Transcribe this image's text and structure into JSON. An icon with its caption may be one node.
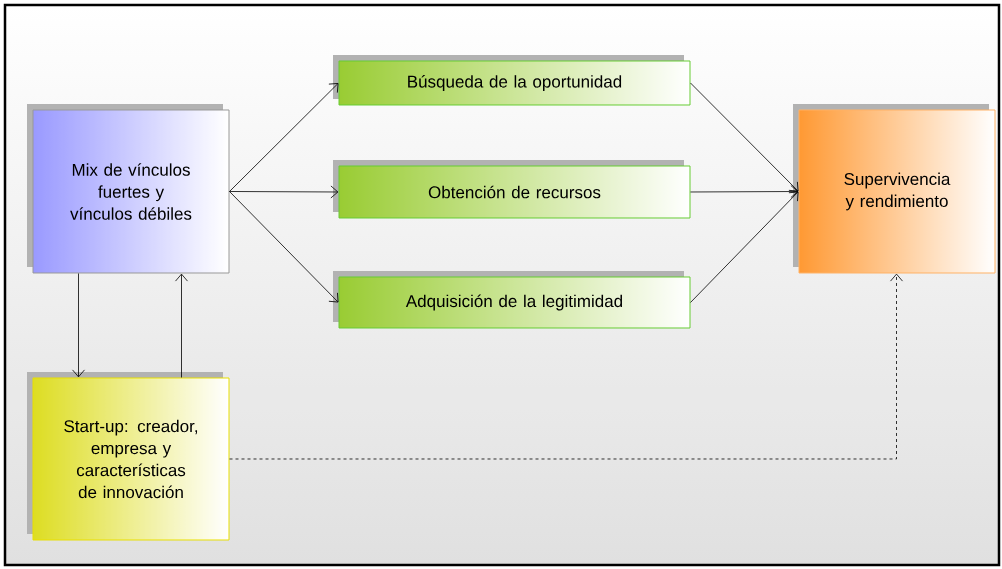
{
  "diagram": {
    "nodes": [
      {
        "text": [
          "Mix de vínculos fuertes y vínculos débiles"
        ]
      },
      {
        "text": [
          "Búsqueda de la oportunidad"
        ]
      },
      {
        "text": [
          "Obtención de recursos"
        ]
      },
      {
        "text": [
          "Adquisición de la legitimidad"
        ]
      },
      {
        "text": [
          "Supervivencia y rendimiento"
        ]
      },
      {
        "text": [
          "Start-up: creador, empresa y características de innovación"
        ]
      }
    ],
    "edges": [
      {
        "from": 0,
        "to": 1,
        "arrow": "to"
      },
      {
        "from": 0,
        "to": 2,
        "arrow": "to"
      },
      {
        "from": 0,
        "to": 3,
        "arrow": "to"
      },
      {
        "from": 1,
        "to": 4,
        "arrow": "to"
      },
      {
        "from": 2,
        "to": 4,
        "arrow": "to"
      },
      {
        "from": 3,
        "to": 4,
        "arrow": "to"
      },
      {
        "from": 0,
        "to": 5,
        "arrow": "to"
      },
      {
        "from": 5,
        "to": 0,
        "arrow": "to"
      },
      {
        "from": 5,
        "to": 4,
        "arrow": "to",
        "style": "dashed"
      }
    ]
  }
}
